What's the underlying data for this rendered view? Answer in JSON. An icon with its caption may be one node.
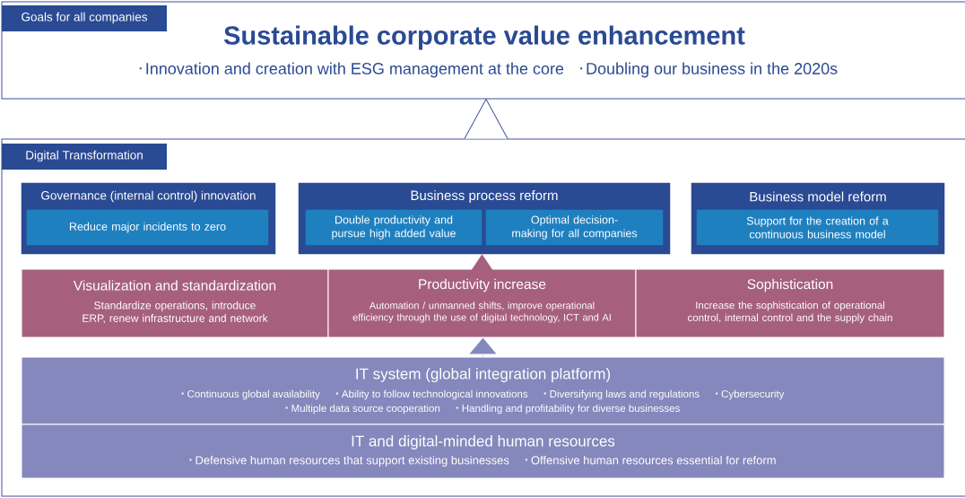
{
  "diagram": {
    "nodes": [
      {
        "text": [
          "Goals for all companies",
          "Sustainable corporate value enhancement",
          "Innovation and creation with ESG management at the core",
          "Doubling our business in the 2020s"
        ]
      },
      {
        "text": [
          "Digital Transformation"
        ]
      },
      {
        "text": [
          "Governance (internal control) innovation"
        ],
        "in": 1
      },
      {
        "text": [
          "Reduce major incidents to zero"
        ],
        "in": 2
      },
      {
        "text": [
          "Business process reform"
        ],
        "in": 1
      },
      {
        "text": [
          "Double productivity and pursue high added value"
        ],
        "in": 4
      },
      {
        "text": [
          "Optimal decision-making for all companies"
        ],
        "in": 4
      },
      {
        "text": [
          "Business model reform"
        ],
        "in": 1
      },
      {
        "text": [
          "Support for the creation of a continuous business model"
        ],
        "in": 7
      },
      {
        "text": [
          "Visualization and standardization",
          "Standardize operations, introduce ERP, renew infrastructure and network"
        ],
        "in": 1
      },
      {
        "text": [
          "Productivity increase",
          "Automation / unmanned shifts, improve operational efficiency through the use of digital technology, ICT and AI"
        ],
        "in": 1
      },
      {
        "text": [
          "Sophistication",
          "Increase the sophistication of operational control, internal control and the supply chain"
        ],
        "in": 1
      },
      {
        "text": [
          "IT system (global integration platform)",
          "Continuous global availability",
          "Ability to follow technological innovations",
          "Diversifying laws and regulations",
          "Cybersecurity",
          "Multiple data source cooperation",
          "Handling and profitability for diverse businesses"
        ],
        "in": 1
      },
      {
        "text": [
          "IT and digital-minded human resources",
          "Defensive human resources that support existing businesses",
          "Offensive human resources essential for reform"
        ],
        "in": 1
      }
    ],
    "edges": [
      {
        "from": 1,
        "to": 0,
        "arrow": "to"
      },
      {
        "from": 10,
        "to": 4,
        "arrow": "to"
      },
      {
        "from": 12,
        "to": 10,
        "arrow": "to"
      }
    ]
  }
}
